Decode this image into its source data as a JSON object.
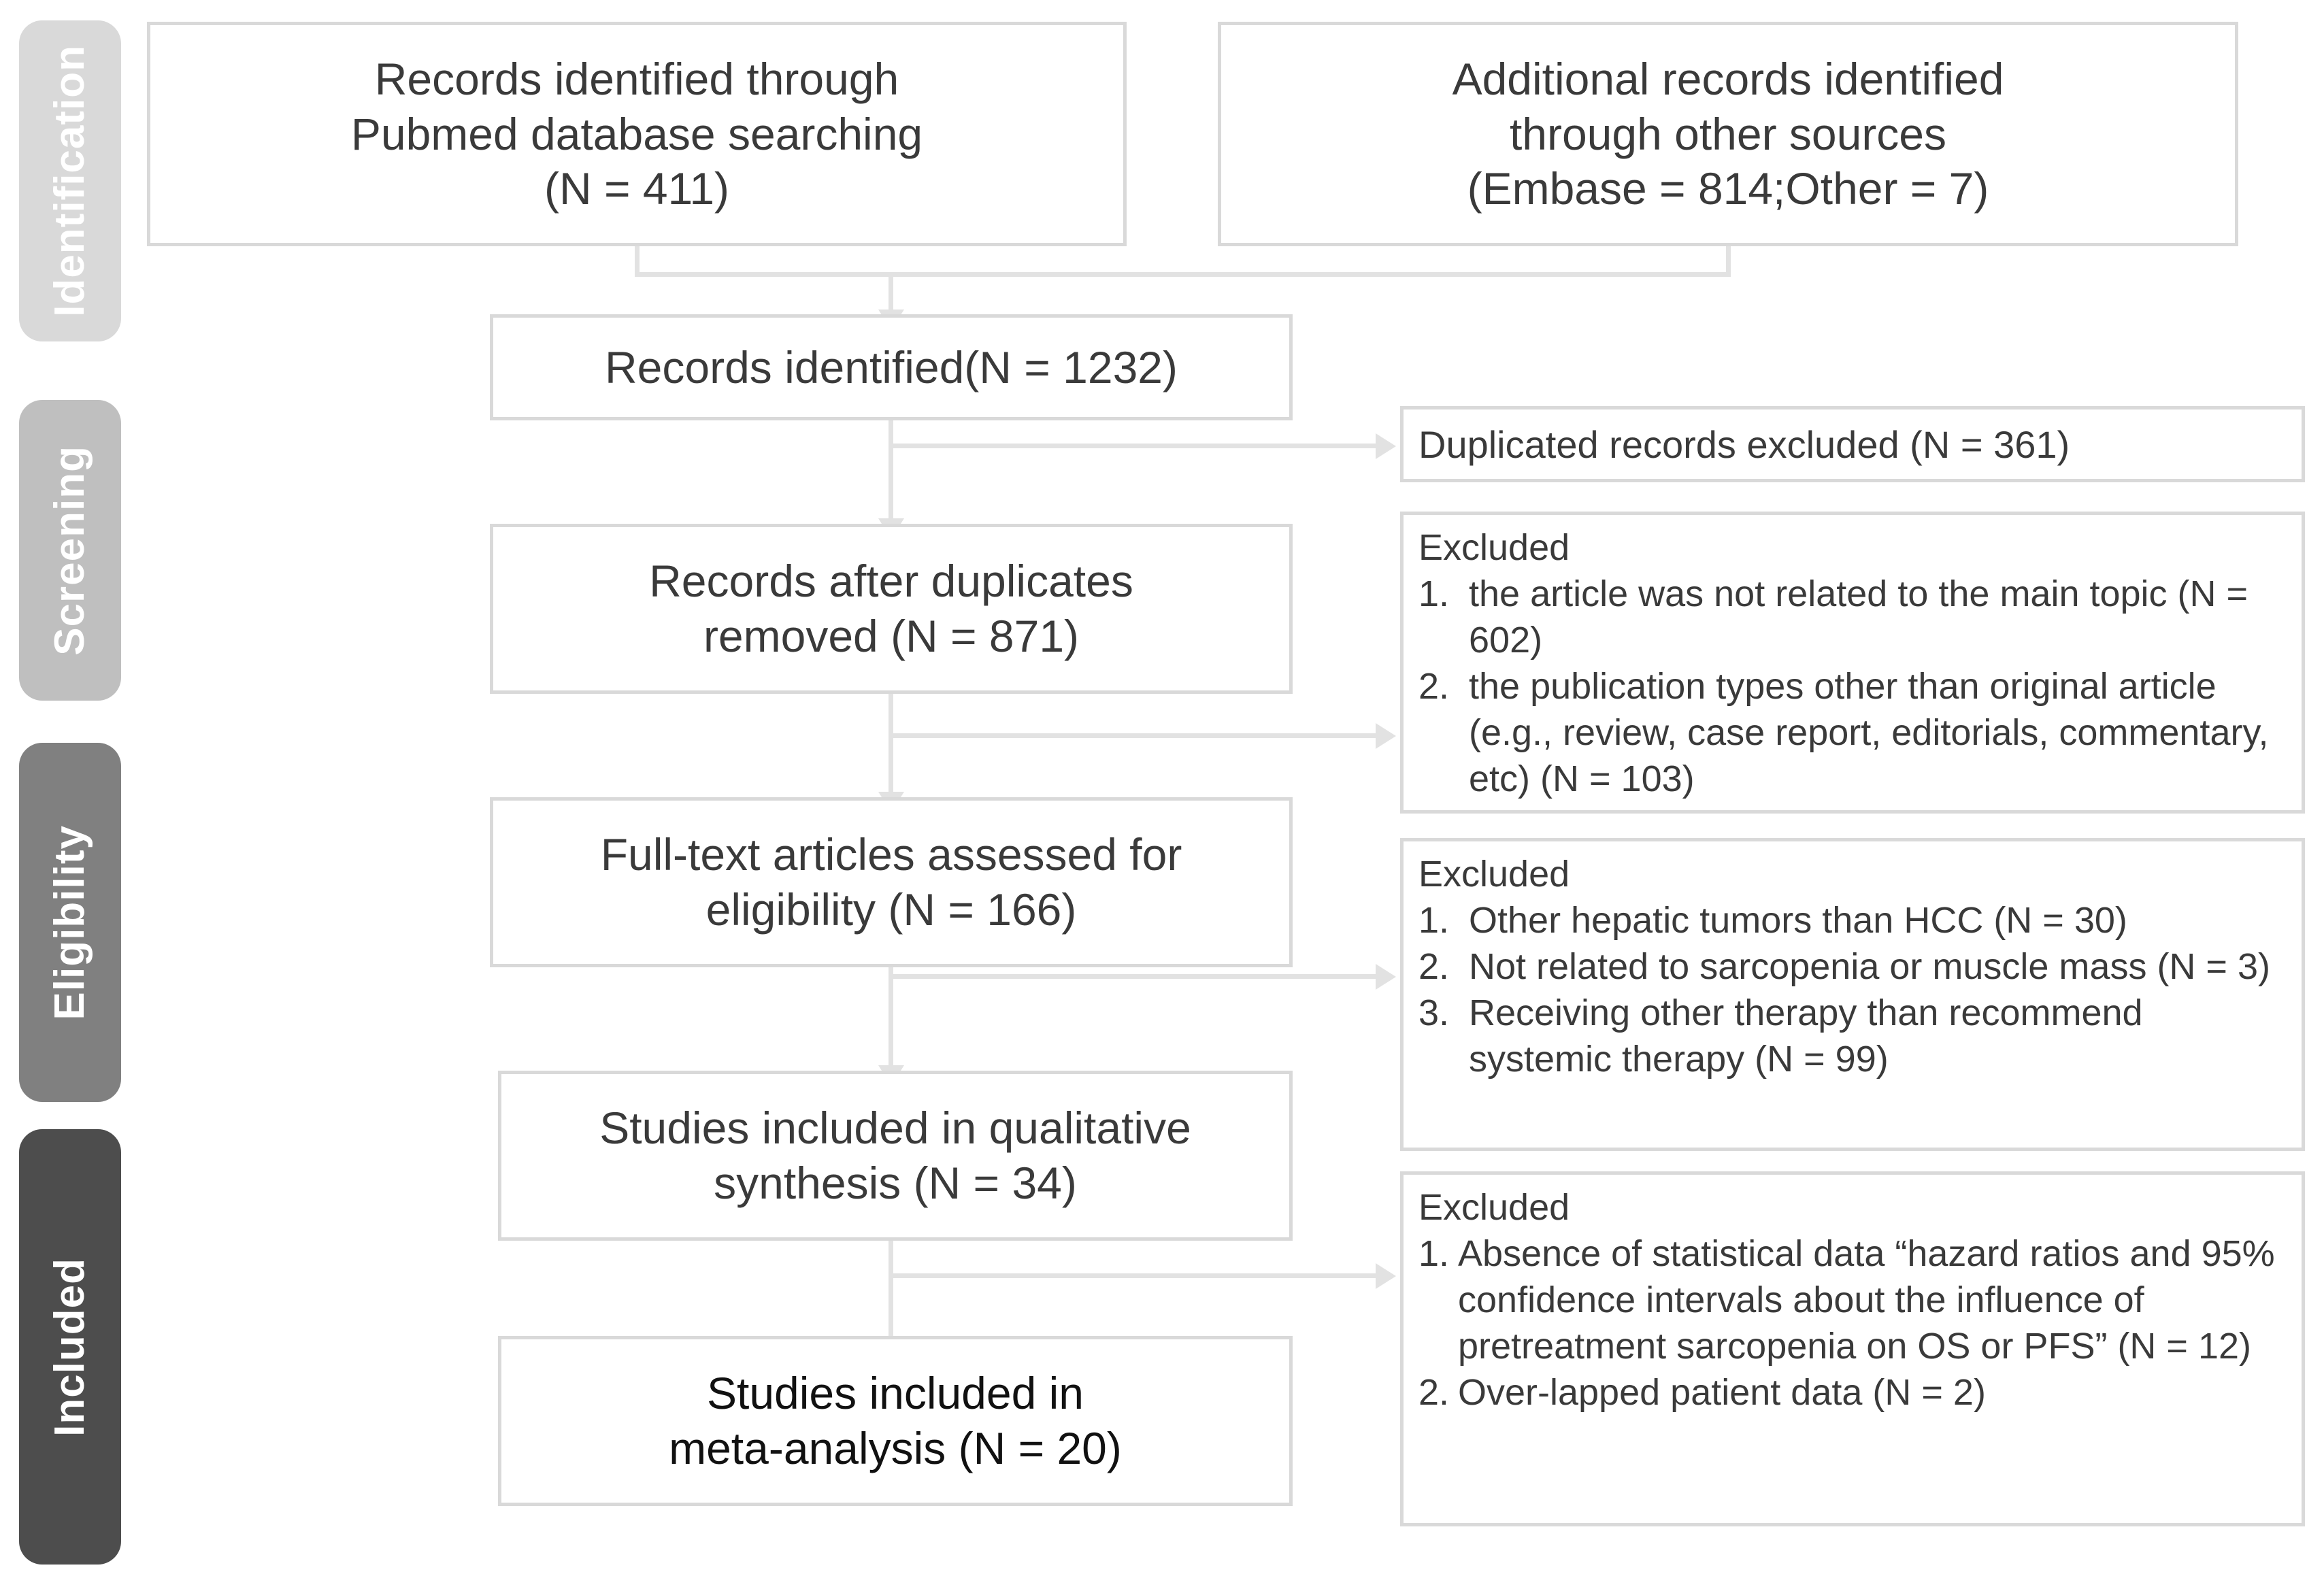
{
  "diagram": {
    "title": "PRISMA study selection flow diagram",
    "stages": [
      {
        "key": "identification",
        "label": "Identification",
        "color": "#d9d9d9"
      },
      {
        "key": "screening",
        "label": "Screening",
        "color": "#bfbfbf"
      },
      {
        "key": "eligibility",
        "label": "Eligibility",
        "color": "#808080"
      },
      {
        "key": "included",
        "label": "Included",
        "color": "#4d4d4d"
      }
    ],
    "boxes": {
      "pubmed": {
        "text": "Records identified through\nPubmed database searching\n(N = 411)"
      },
      "other": {
        "text": "Additional records identified\nthrough other sources\n(Embase = 814;Other = 7)"
      },
      "identified": {
        "text": "Records identified(N = 1232)"
      },
      "dedup": {
        "text": "Records after duplicates\nremoved (N = 871)"
      },
      "fulltext": {
        "text": "Full-text articles assessed for\neligibility (N = 166)"
      },
      "qualitative": {
        "text": "Studies included in qualitative\nsynthesis (N = 34)"
      },
      "meta": {
        "text": "Studies included in\nmeta-analysis (N = 20)"
      }
    },
    "excluded": {
      "duplicates": {
        "text": "Duplicated records excluded (N = 361)"
      },
      "screening": {
        "title": "Excluded",
        "items": [
          {
            "num": "1.",
            "text": "the article was not related to the main topic (N = 602)"
          },
          {
            "num": "2.",
            "text": "the publication types other than original article (e.g., review, case report, editorials, commentary, etc) (N = 103)"
          }
        ]
      },
      "eligibility": {
        "title": "Excluded",
        "items": [
          {
            "num": "1.",
            "text": "Other hepatic tumors than HCC (N = 30)"
          },
          {
            "num": "2.",
            "text": "Not related to sarcopenia or muscle mass (N = 3)"
          },
          {
            "num": "3.",
            "text": "Receiving other therapy than recommend systemic therapy (N = 99)"
          }
        ]
      },
      "included": {
        "title": "Excluded",
        "items": [
          {
            "num": "1.",
            "text": "Absence of statistical data “hazard ratios and 95% confidence intervals about the influence of pretreatment sarcopenia on OS or PFS” (N = 12)"
          },
          {
            "num": "2.",
            "text": "Over-lapped patient data (N = 2)"
          }
        ]
      }
    },
    "colors": {
      "box_border": "#d9d9d9",
      "connector": "#e2e2e2",
      "text": "#3a3a3a",
      "text_emphasis": "#111111"
    }
  }
}
